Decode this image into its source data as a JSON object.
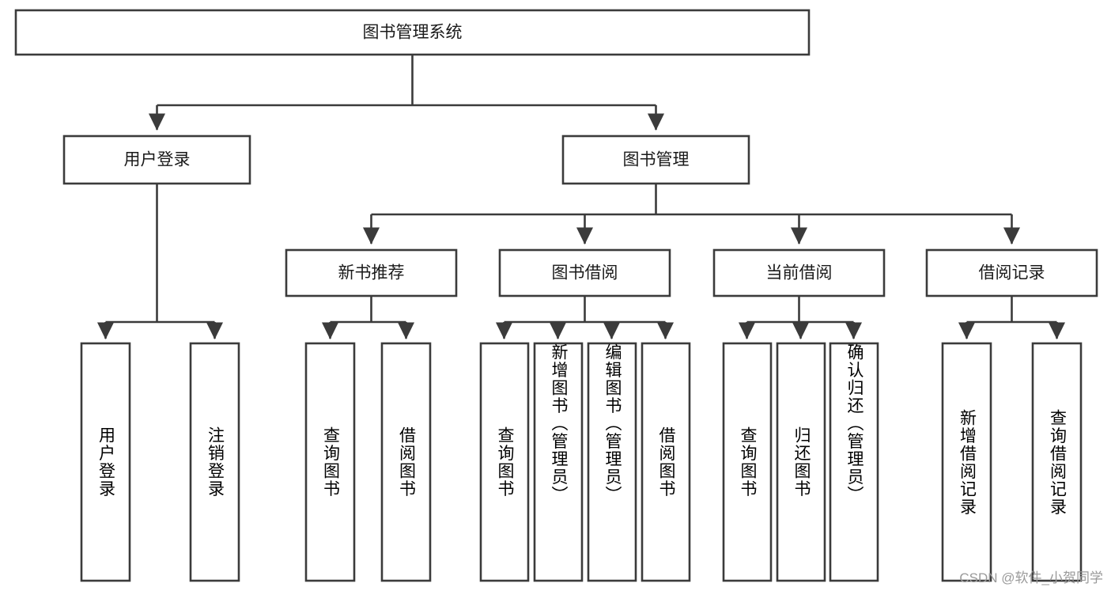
{
  "diagram": {
    "title": "图书管理系统",
    "type": "hierarchy-tree",
    "root": {
      "id": "root",
      "label": "图书管理系统",
      "level": 0
    },
    "level2": [
      {
        "id": "user-login",
        "label": "用户登录"
      },
      {
        "id": "book-management",
        "label": "图书管理"
      }
    ],
    "level3": [
      {
        "id": "new-book-recommend",
        "label": "新书推荐",
        "parent": "book-management"
      },
      {
        "id": "book-borrow",
        "label": "图书借阅",
        "parent": "book-management"
      },
      {
        "id": "current-borrow",
        "label": "当前借阅",
        "parent": "book-management"
      },
      {
        "id": "borrow-record",
        "label": "借阅记录",
        "parent": "book-management"
      }
    ],
    "leaves": {
      "user-login": [
        {
          "id": "leaf-user-login",
          "label": "用户登录"
        },
        {
          "id": "leaf-user-logout",
          "label": "注销登录"
        }
      ],
      "new-book-recommend": [
        {
          "id": "leaf-query-book-1",
          "label": "查询图书"
        },
        {
          "id": "leaf-borrow-book-1",
          "label": "借阅图书"
        }
      ],
      "book-borrow": [
        {
          "id": "leaf-query-book-2",
          "label": "查询图书"
        },
        {
          "id": "leaf-add-book",
          "label": "新增图书（管理员）"
        },
        {
          "id": "leaf-edit-book",
          "label": "编辑图书（管理员）"
        },
        {
          "id": "leaf-borrow-book-2",
          "label": "借阅图书"
        }
      ],
      "current-borrow": [
        {
          "id": "leaf-query-book-3",
          "label": "查询图书"
        },
        {
          "id": "leaf-return-book",
          "label": "归还图书"
        },
        {
          "id": "leaf-confirm-return",
          "label": "确认归还（管理员）"
        }
      ],
      "borrow-record": [
        {
          "id": "leaf-add-record",
          "label": "新增借阅记录"
        },
        {
          "id": "leaf-query-record",
          "label": "查询借阅记录"
        }
      ]
    },
    "colors": {
      "box_stroke": "#3b3b3b",
      "box_fill": "#ffffff",
      "text": "#1a1a1a",
      "background": "#ffffff",
      "watermark": "#9a9a9a"
    }
  },
  "watermark": {
    "text": "CSDN @软件_小贺同学"
  }
}
